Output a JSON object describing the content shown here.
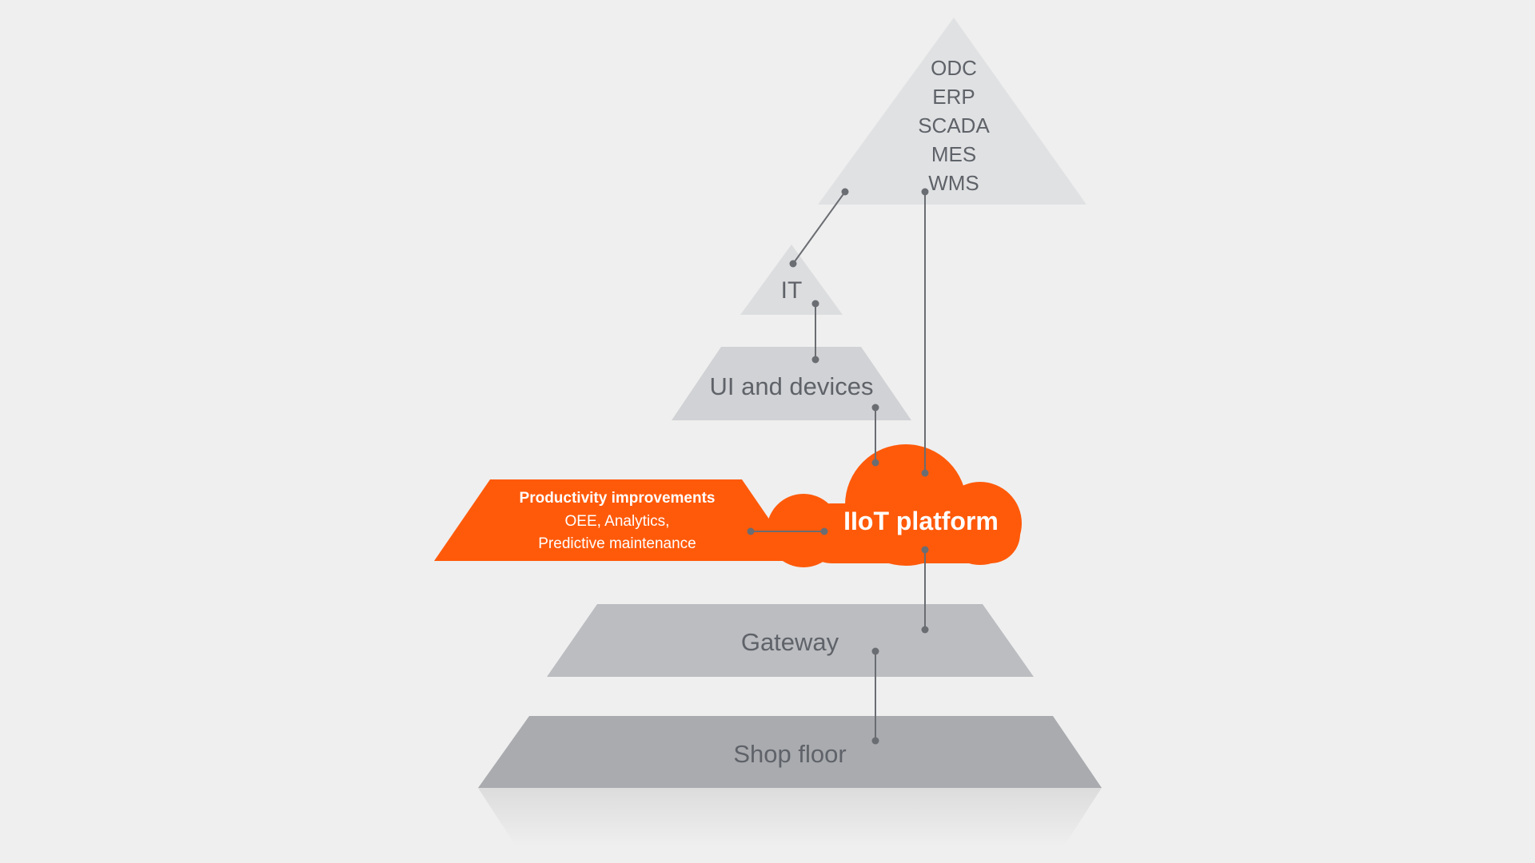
{
  "diagram": {
    "top": {
      "lines": [
        "ODC",
        "ERP",
        "SCADA",
        "MES",
        "WMS"
      ]
    },
    "it": {
      "label": "IT"
    },
    "ui": {
      "label": "UI and devices"
    },
    "platform": {
      "label": "IIoT platform"
    },
    "productivity": {
      "title": "Productivity improvements",
      "line1": "OEE, Analytics,",
      "line2": "Predictive maintenance"
    },
    "gateway": {
      "label": "Gateway"
    },
    "shop_floor": {
      "label": "Shop floor"
    }
  },
  "colors": {
    "background": "#efefef",
    "accent_orange": "#ff5a0a",
    "top_tier": "#e0e1e3",
    "it_tier": "#dcdddf",
    "ui_tier": "#d1d2d5",
    "gateway_tier": "#bbbdc1",
    "shop_floor_tier": "#a9abaf",
    "connector": "#6a6d72",
    "label_text": "#5f6369"
  }
}
